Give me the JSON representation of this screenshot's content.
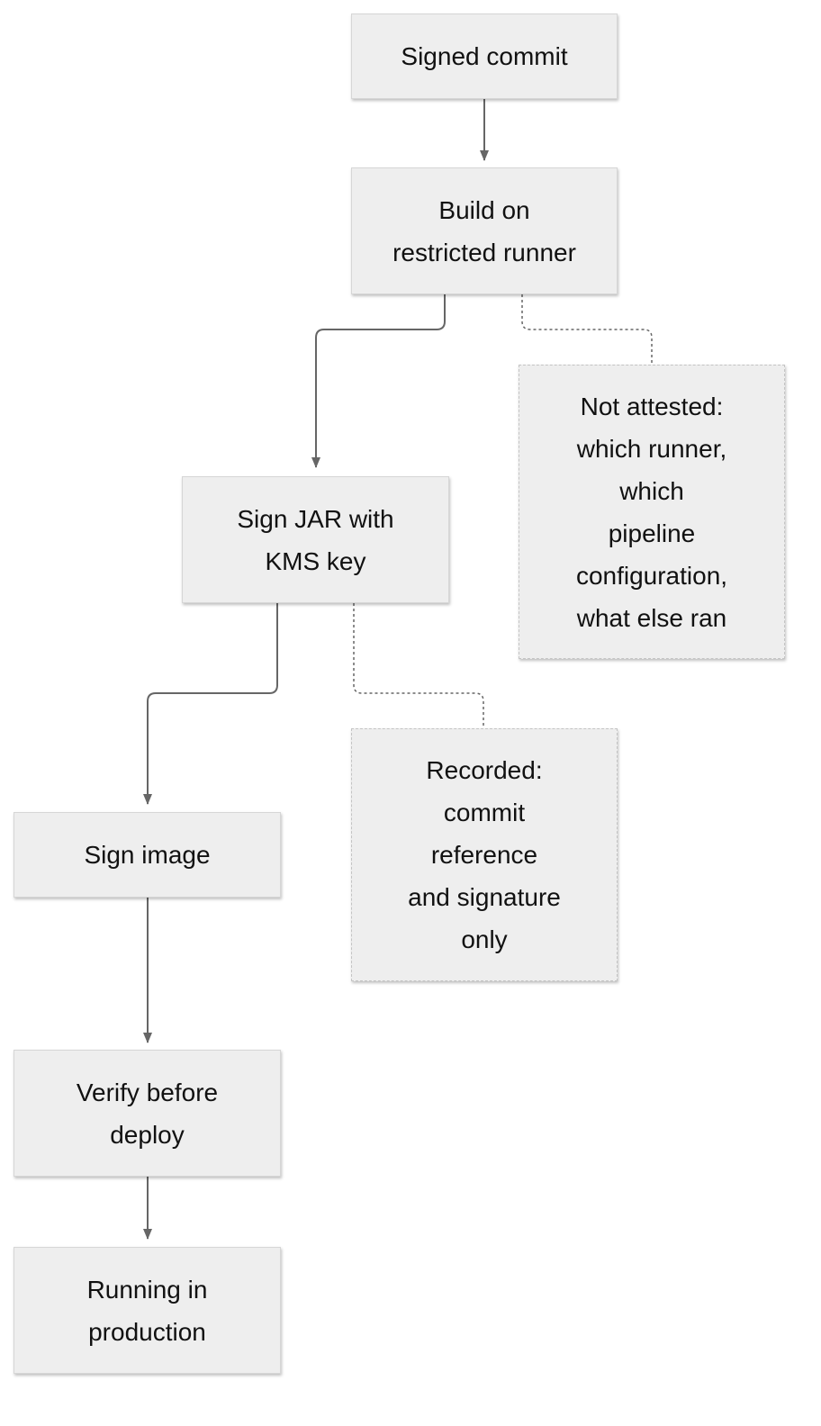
{
  "diagram": {
    "nodes": {
      "signed_commit": "Signed commit",
      "build": "Build on\nrestricted runner",
      "sign_jar": "Sign JAR with\nKMS key",
      "not_attested": "Not attested:\nwhich runner,\nwhich\npipeline\nconfiguration,\nwhat else ran",
      "sign_image": "Sign image",
      "recorded": "Recorded:\ncommit\nreference\nand signature\nonly",
      "verify": "Verify before\ndeploy",
      "production": "Running in\nproduction"
    },
    "edges": [
      {
        "from": "signed_commit",
        "to": "build",
        "style": "solid"
      },
      {
        "from": "build",
        "to": "sign_jar",
        "style": "solid"
      },
      {
        "from": "build",
        "to": "not_attested",
        "style": "dotted"
      },
      {
        "from": "sign_jar",
        "to": "sign_image",
        "style": "solid"
      },
      {
        "from": "sign_jar",
        "to": "recorded",
        "style": "dotted"
      },
      {
        "from": "sign_image",
        "to": "verify",
        "style": "solid"
      },
      {
        "from": "verify",
        "to": "production",
        "style": "solid"
      }
    ],
    "colors": {
      "node_fill": "#eeeeee",
      "node_border": "#d6d6d6",
      "edge": "#666666",
      "text": "#111111"
    }
  }
}
